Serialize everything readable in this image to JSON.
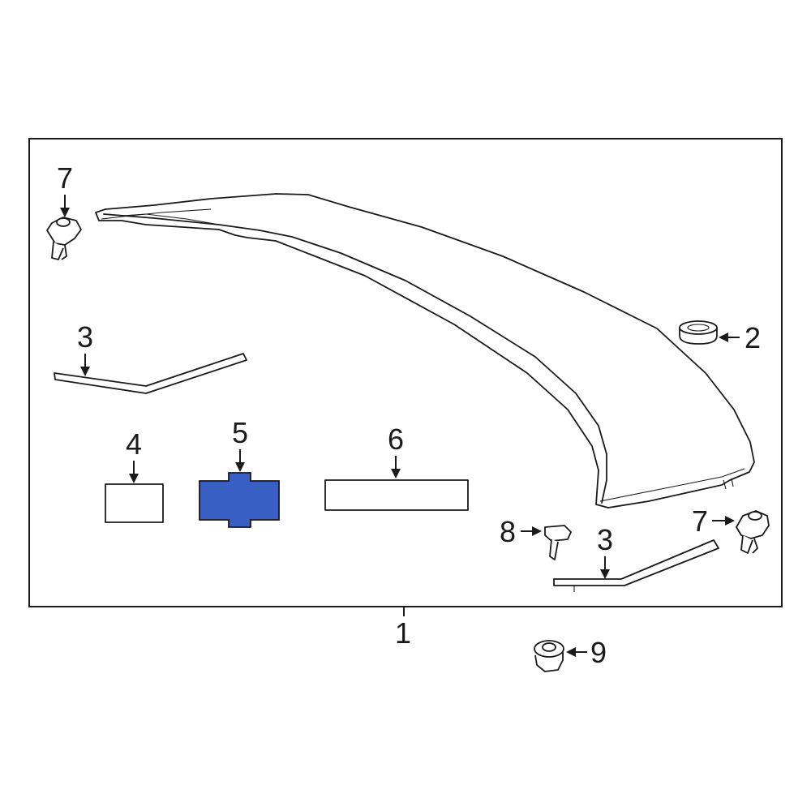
{
  "diagram": {
    "highlight_color": "#3a5fc4",
    "callouts": {
      "part_1": "1",
      "part_2": "2",
      "part_3_left": "3",
      "part_3_right": "3",
      "part_4": "4",
      "part_5": "5",
      "part_6": "6",
      "part_7_left": "7",
      "part_7_right": "7",
      "part_8": "8",
      "part_9": "9"
    },
    "highlighted_part": "5"
  }
}
